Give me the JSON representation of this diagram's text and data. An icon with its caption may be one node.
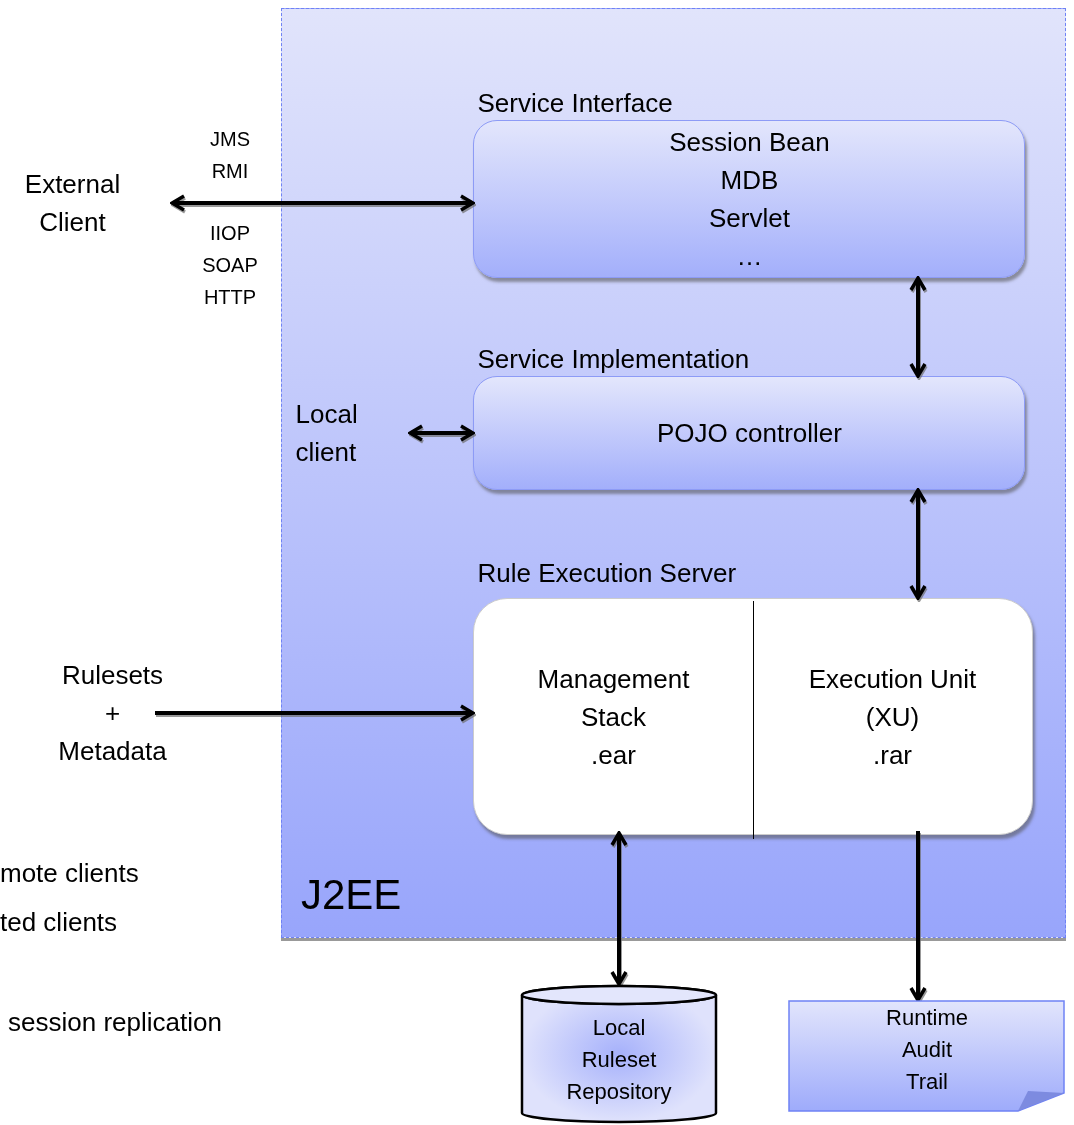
{
  "diagram": {
    "nodes": [
      {
        "text": [
          "J2EE"
        ]
      },
      {
        "text": [
          "Service Interface",
          "Session Bean MDB Servlet …"
        ],
        "in": 0
      },
      {
        "text": [
          "Service Implementation",
          "POJO controller"
        ],
        "in": 0
      },
      {
        "text": [
          "Rule Execution Server"
        ],
        "in": 0
      },
      {
        "text": [
          "Management Stack .ear"
        ],
        "in": 3
      },
      {
        "text": [
          "Execution Unit (XU) .rar"
        ],
        "in": 3
      },
      {
        "text": [
          "External Client"
        ]
      },
      {
        "text": [
          "Local client"
        ],
        "in": 0
      },
      {
        "text": [
          "Rulesets + Metadata"
        ]
      },
      {
        "text": [
          "Local Ruleset Repository"
        ]
      },
      {
        "text": [
          "Runtime Audit Trail"
        ]
      }
    ],
    "edges": [
      {
        "from": 6,
        "to": 1,
        "arrow": "both"
      },
      {
        "from": 7,
        "to": 2,
        "arrow": "both"
      },
      {
        "from": 1,
        "to": 2,
        "arrow": "both"
      },
      {
        "from": 2,
        "to": 3,
        "arrow": "both"
      },
      {
        "from": 8,
        "to": 4,
        "arrow": "to"
      },
      {
        "from": 4,
        "to": 9,
        "arrow": "both"
      },
      {
        "from": 5,
        "to": 10,
        "arrow": "to"
      }
    ],
    "labels": [
      "JMS RMI",
      "IIOP SOAP HTTP",
      "mote clients",
      "ted clients",
      "session replication"
    ]
  }
}
